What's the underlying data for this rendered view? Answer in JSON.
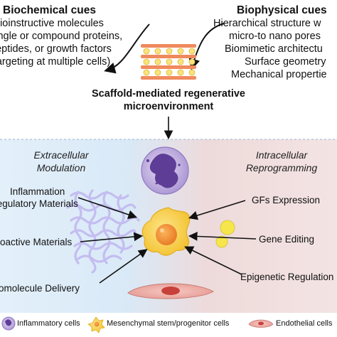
{
  "biochemical": {
    "title": "Biochemical cues",
    "lines": [
      "bioinstructive molecules",
      "single or compound proteins,",
      "peptides, or growth factors",
      "(targeting at multiple cells)"
    ]
  },
  "biophysical": {
    "title": "Biophysical cues",
    "lines": [
      "Hierarchical structure w",
      "micro-to nano pores",
      "Biomimetic architectu",
      "Surface geometry",
      "Mechanical propertie"
    ]
  },
  "scaffold": {
    "title_line1": "Scaffold-mediated regenerative",
    "title_line2": "microenvironment"
  },
  "left_panel": {
    "heading_line1": "Extracellular",
    "heading_line2": "Modulation",
    "items": [
      {
        "line1": "Inflammation",
        "line2": "Regulatory Materials"
      },
      {
        "line1": "Bioactive Materials"
      },
      {
        "line1": "Biomolecule Delivery"
      }
    ]
  },
  "right_panel": {
    "heading_line1": "Intracellular",
    "heading_line2": "Reprogramming",
    "items": [
      "GFs Expression",
      "Gene Editing",
      "Epigenetic Regulation"
    ]
  },
  "legend": {
    "items": [
      "Inflammatory cells",
      "Mesenchymal stem/progenitor cells",
      "Endothelial cells"
    ]
  },
  "colors": {
    "left_bg": "#dcecf8",
    "right_bg": "#f1dede",
    "stripe_orange": "#f08a5d",
    "stripe_yellow": "#fbe27a",
    "cell_yellow": "#f8d04a",
    "inflammatory_purple": "#b9a7d8",
    "fiber_lavender": "#c9c4ee"
  }
}
